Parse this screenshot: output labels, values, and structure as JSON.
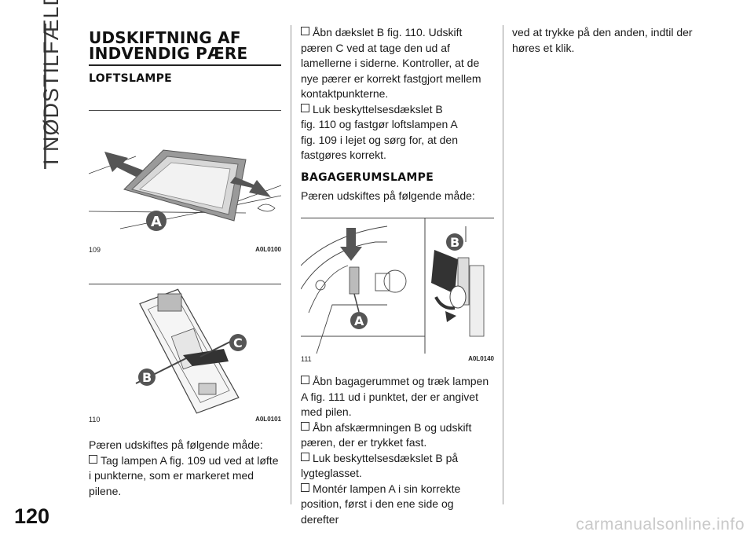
{
  "side_title": "I NØDSTILFÆLDE",
  "page_number": "120",
  "watermark": "carmanualsonline.info",
  "col1": {
    "heading_line1": "UDSKIFTNING AF",
    "heading_line2": "INDVENDIG PÆRE",
    "subheading": "LOFTSLAMPE",
    "fig109": {
      "num": "109",
      "code": "A0L0100",
      "label_a": "A"
    },
    "fig110": {
      "num": "110",
      "code": "A0L0101",
      "label_b": "B",
      "label_c": "C"
    },
    "intro": "Pæren udskiftes på følgende måde:",
    "bullet1_line1": "Tag lampen A fig. 109 ud ved at løfte",
    "bullet1_line2": "i punkterne, som er markeret med",
    "bullet1_line3": "pilene."
  },
  "col2": {
    "b2_l1": "Åbn dækslet B fig. 110. Udskift",
    "b2_l2": "pæren C ved at tage den ud af",
    "b2_l3": "lamellerne i siderne. Kontroller, at de",
    "b2_l4": "nye pærer er korrekt fastgjort mellem",
    "b2_l5": "kontaktpunkterne.",
    "b3_l1": "Luk beskyttelsesdækslet B",
    "b3_l2": "fig. 110 og fastgør loftslampen A",
    "b3_l3": "fig. 109 i lejet og sørg for, at den",
    "b3_l4": "fastgøres korrekt.",
    "subheading": "BAGAGERUMSLAMPE",
    "intro": "Pæren udskiftes på følgende måde:",
    "fig111": {
      "num": "111",
      "code": "A0L0140",
      "label_a": "A",
      "label_b": "B"
    },
    "b4_l1": "Åbn bagagerummet og træk lampen",
    "b4_l2": "A fig. 111 ud i punktet, der er angivet",
    "b4_l3": "med pilen.",
    "b5_l1": "Åbn afskærmningen B og udskift",
    "b5_l2": "pæren, der er trykket fast.",
    "b6_l1": "Luk beskyttelsesdækslet B på",
    "b6_l2": "lygteglasset.",
    "b7_l1": "Montér lampen A i sin korrekte",
    "b7_l2": "position, først i den ene side og derefter"
  },
  "col3": {
    "l1": "ved at trykke på den anden, indtil der",
    "l2": "høres et klik."
  }
}
